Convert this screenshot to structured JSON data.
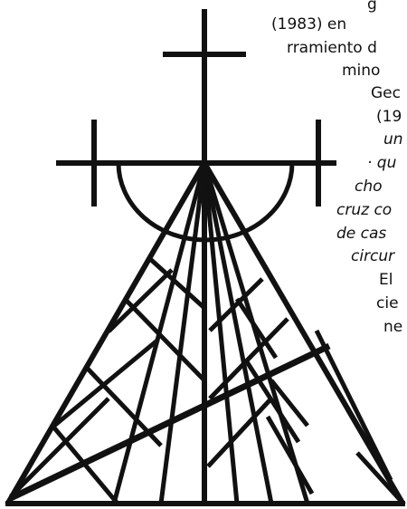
{
  "colors": {
    "ink": "#111111",
    "paper": "#ffffff"
  },
  "text_lines": [
    "g",
    "(1983) en",
    "rramiento d",
    "mino",
    "Gec",
    "(19",
    "un",
    "· qu",
    "cho",
    "cruz co",
    "de cas",
    "circur",
    "El",
    "cie",
    "ne"
  ]
}
